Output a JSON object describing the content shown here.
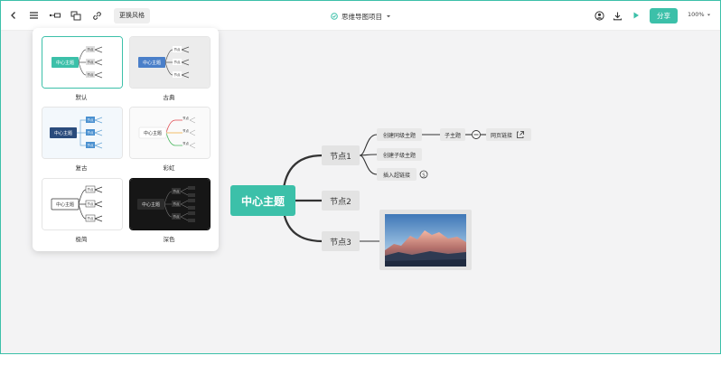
{
  "toolbar": {
    "change_style_label": "更换风格",
    "doc_title": "思维导图项目",
    "share_label": "分享",
    "zoom_level": "100%"
  },
  "style_panel": {
    "items": [
      {
        "label": "默认",
        "selected": true
      },
      {
        "label": "古典",
        "selected": false
      },
      {
        "label": "复古",
        "selected": false
      },
      {
        "label": "彩虹",
        "selected": false
      },
      {
        "label": "极简",
        "selected": false
      },
      {
        "label": "深色",
        "selected": false
      }
    ],
    "thumb_center": "中心主题",
    "thumb_node": "节点"
  },
  "mindmap": {
    "central": "中心主题",
    "nodes": [
      "节点1",
      "节点2",
      "节点3"
    ],
    "children_of_node1": [
      "创建同级主题",
      "创建子级主题",
      "插入超链接"
    ],
    "subtopic": "子主题",
    "weblink": "网页链接"
  },
  "colors": {
    "accent": "#3cc0a9",
    "node_bg": "#e3e3e3",
    "line": "#333333"
  }
}
